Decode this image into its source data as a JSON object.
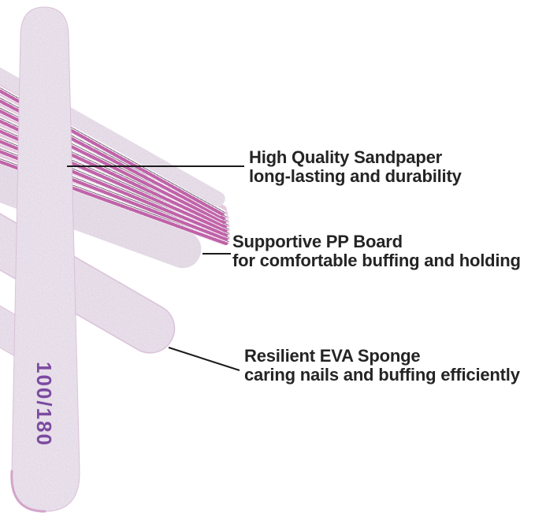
{
  "product": {
    "grit_label": "100/180"
  },
  "annotations": [
    {
      "title": "High Quality Sandpaper",
      "subtitle": "long-lasting and durability"
    },
    {
      "title": "Supportive PP Board",
      "subtitle": "for comfortable buffing and holding"
    },
    {
      "title": "Resilient EVA Sponge",
      "subtitle": "caring nails and buffing efficiently"
    }
  ],
  "colors": {
    "background": "#ffffff",
    "annotation_text": "#242424",
    "leader_line": "#1b1b1b",
    "grit_label_text": "#7b4aa0",
    "sandpaper_base": "#ece4ee",
    "sandpaper_top_band": "#eae1ec",
    "sandpaper_bottom_band": "#e8dfea",
    "sponge_file_surface": "#ebe2ed",
    "sandpaper_speckle": "#8d7a93",
    "file_edge_stroke": "#dcc3da",
    "file_tip_accent": "#d5a3cb",
    "stripe_pink": "#e5c8de",
    "stripe_white": "#fbf8fb",
    "stripe_dark": "#7a6c7d",
    "stripe_magenta": "#c063a9",
    "stripe_light": "#f2e8f0"
  },
  "artwork": {
    "stack": {
      "file_count": 8,
      "edge_pattern": [
        {
          "color": "#e5c8de",
          "frac": 0.36
        },
        {
          "color": "#fbf8fb",
          "frac": 0.13
        },
        {
          "color": "#7a6c7d",
          "frac": 0.07
        },
        {
          "color": "#fbf8fb",
          "frac": 0.07
        },
        {
          "color": "#c063a9",
          "frac": 0.29
        },
        {
          "color": "#f2e8f0",
          "frac": 0.08
        }
      ]
    }
  }
}
